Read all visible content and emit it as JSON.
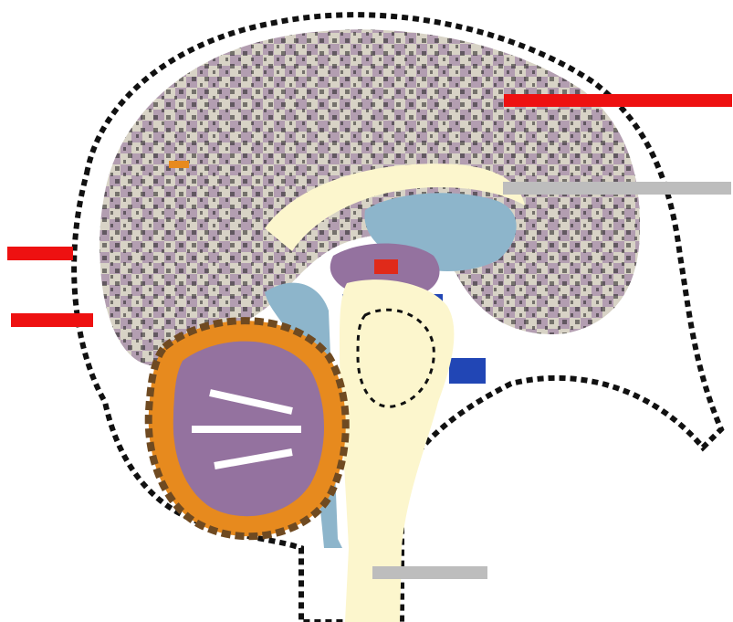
{
  "diagram": {
    "subject": "brain-midsagittal-section",
    "colors": {
      "cortex_fill": "#d8d3c6",
      "cortex_accent": "#94729f",
      "outline": "#111111",
      "ventricle": "#8db5cb",
      "brainstem": "#fcf6cd",
      "deep_blue": "#2146b5",
      "cerebellum_orange": "#e78a1e",
      "cerebellum_brown": "#6f4a21",
      "highlight_red": "#e02a1a",
      "pointer_red": "#ee1111",
      "pointer_gray": "#bdbdbd"
    },
    "pointers": [
      {
        "id": "pointer-top-right",
        "color_key": "pointer_red"
      },
      {
        "id": "pointer-mid-right",
        "color_key": "pointer_gray"
      },
      {
        "id": "pointer-left-upper",
        "color_key": "pointer_red"
      },
      {
        "id": "pointer-left-lower",
        "color_key": "pointer_red"
      },
      {
        "id": "pointer-bottom",
        "color_key": "pointer_gray"
      }
    ]
  }
}
